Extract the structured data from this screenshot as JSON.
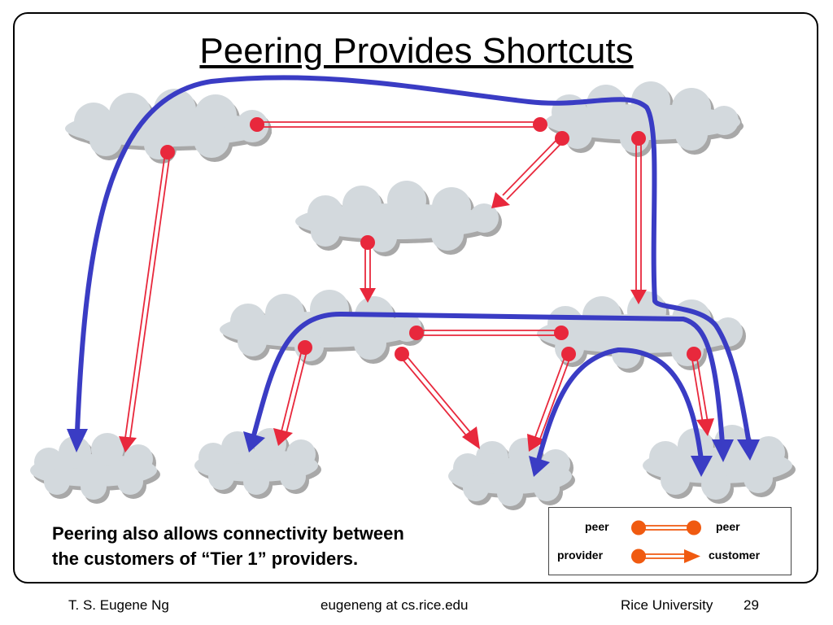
{
  "slide": {
    "title": "Peering Provides Shortcuts",
    "caption_line1": "Peering also allows connectivity between",
    "caption_line2": "the customers of “Tier 1” providers."
  },
  "legend": {
    "peer_left": "peer",
    "peer_right": "peer",
    "provider": "provider",
    "customer": "customer"
  },
  "footer": {
    "author": "T. S. Eugene Ng",
    "email": "eugeneng at cs.rice.edu",
    "institution": "Rice University",
    "page": "29"
  },
  "colors": {
    "cloud_fill": "#d3d9dd",
    "cloud_shadow": "#a8a8a8",
    "link_red": "#e8283c",
    "legend_orange": "#f05a10",
    "path_blue": "#3a3cc4"
  },
  "icons": {
    "cloud": "cloud-shape",
    "endpoint": "circle-dot",
    "arrowhead": "triangle-arrow"
  }
}
